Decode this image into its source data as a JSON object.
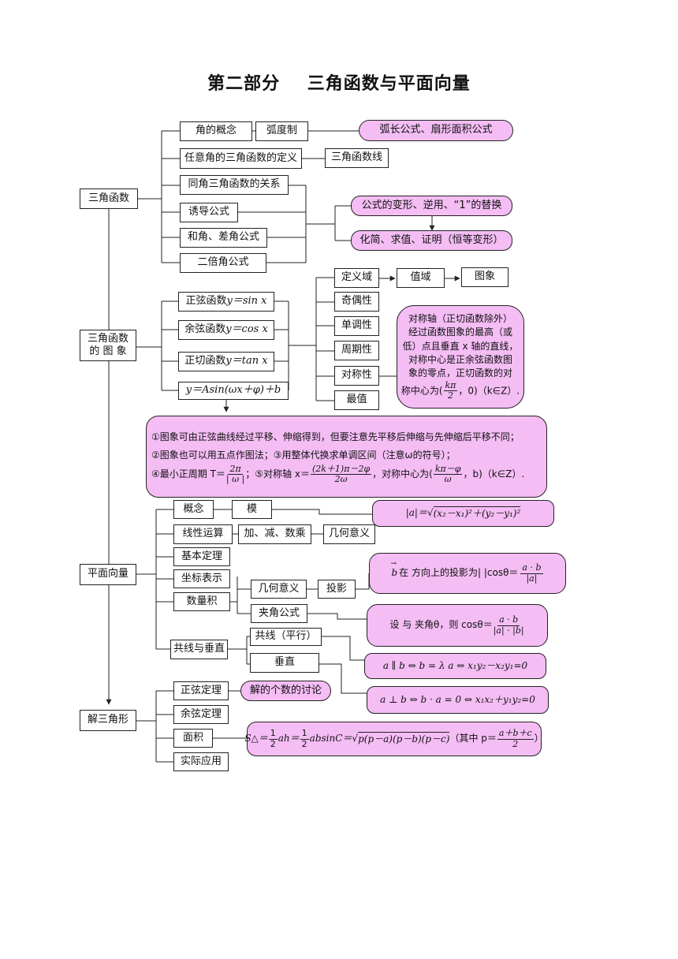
{
  "title": "第二部分    三角函数与平面向量",
  "sec1": {
    "root": "三角函数",
    "concept": "角的概念",
    "radian": "弧度制",
    "arc_formula": "弧长公式、扇形面积公式",
    "definition": "任意角的三角函数的定义",
    "trig_lines": "三角函数线",
    "same_angle": "同角三角函数的关系",
    "induction": "诱导公式",
    "sum_diff": "和角、差角公式",
    "double": "二倍角公式",
    "transform": "公式的变形、逆用、“1”的替换",
    "simplify": "化简、求值、证明（恒等变形）"
  },
  "sec2": {
    "root_line1": "三角函数",
    "root_line2": "的 图 象",
    "sin_prefix": "正弦函数 ",
    "sin_expr": "y＝sin x",
    "cos_prefix": "余弦函数 ",
    "cos_expr": "y＝cos x",
    "tan_prefix": "正切函数 ",
    "tan_expr": "y＝tan x",
    "general": "y＝Asin(ωx＋φ)＋b",
    "domain": "定义域",
    "range": "值域",
    "graph": "图象",
    "parity": "奇偶性",
    "monotonic": "单调性",
    "period": "周期性",
    "symmetry": "对称性",
    "extremum": "最值",
    "sym_note_lines": [
      "对称轴（正切函数除外）",
      "经过函数图象的最高（或",
      "低）点且垂直 x 轴的直线，",
      "对称中心是正余弦函数图",
      "象的零点，正切函数的对"
    ],
    "sym_note_last_prefix": "称中心为(",
    "sym_note_frac_num": "kπ",
    "sym_note_frac_den": "2",
    "sym_note_last_suffix": "，0)（k∈Z）.",
    "note_line1": "①图象可由正弦曲线经过平移、伸缩得到，但要注意先平移后伸缩与先伸缩后平移不同；",
    "note_line2": "②图象也可以用五点作图法；③用整体代换求单调区间（注意ω的符号）；",
    "note_line3_a": "④最小正周期 T＝",
    "note_period_num": "2π",
    "note_period_den": "| ω |",
    "note_line3_b": "；⑤对称轴 x＝",
    "note_axis_num": "(2k＋1)π－2φ",
    "note_axis_den": "2ω",
    "note_line3_c": "，对称中心为(",
    "note_center_num": "kπ－φ",
    "note_center_den": "ω",
    "note_line3_d": "，b)（k∈Z）."
  },
  "sec3": {
    "root": "平面向量",
    "concept": "概念",
    "modulus": "模",
    "modulus_formula_prefix": "|a|＝",
    "modulus_formula_root": "(x₂－x₁)²＋(y₂－y₁)²",
    "linear": "线性运算",
    "ops": "加、减、数乘",
    "geo_meaning": "几何意义",
    "basic_theorem": "基本定理",
    "coords": "坐标表示",
    "dot": "数量积",
    "dot_geo": "几何意义",
    "projection": "投影",
    "proj_text": "在 方向上的投影为| |cosθ＝",
    "angle_formula": "夹角公式",
    "angle_text": "设 与 夹角θ，则 cosθ＝",
    "colinear_perp": "共线与垂直",
    "parallel": "共线（平行）",
    "perpendicular": "垂直",
    "parallel_formula": "⇔ x₁y₂－x₂y₁=0",
    "perp_formula": "⇔ x₁x₂＋y₁y₂=0"
  },
  "sec4": {
    "root": "解三角形",
    "sine_law": "正弦定理",
    "sine_note": "解的个数的讨论",
    "cosine_law": "余弦定理",
    "area": "面积",
    "application": "实际应用",
    "area_formula_a": "S△＝",
    "area_formula_b": "ah＝",
    "area_formula_c": "absinC＝",
    "area_formula_root": "p(p－a)(p－b)(p－c)",
    "area_formula_d": "（其中 p＝",
    "area_p_num": "a＋b＋c",
    "area_p_den": "2",
    "half_num": "1",
    "half_den": "2"
  }
}
